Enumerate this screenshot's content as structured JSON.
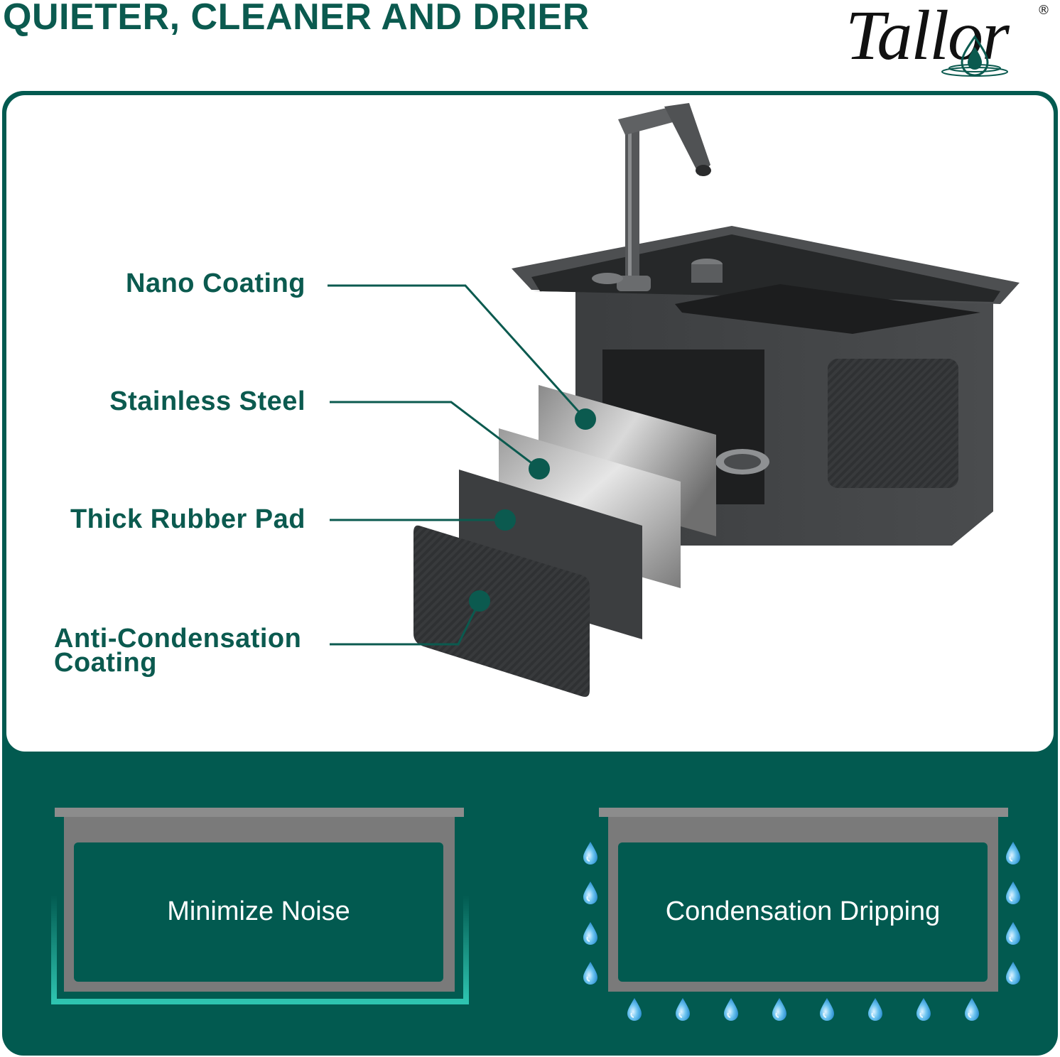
{
  "header": {
    "headline": "QUIETER, CLEANER AND DRIER",
    "brand": "Tallor",
    "brand_mark": "®"
  },
  "layers": [
    {
      "label": "Nano Coating"
    },
    {
      "label": "Stainless Steel"
    },
    {
      "label": "Thick Rubber Pad"
    },
    {
      "label": "Anti-Condensation",
      "label_line2": "Coating"
    }
  ],
  "benefits": {
    "left": {
      "label": "Minimize Noise"
    },
    "right": {
      "label": "Condensation Dripping"
    }
  },
  "colors": {
    "brand_green": "#025a50",
    "label_green": "#0b5a4f",
    "sink_gray": "#3d3f41",
    "rim_gray": "#8c8c8c",
    "glow_teal": "#2ec4b0",
    "water_blue": "#4fb3e8"
  },
  "icons": [
    "water-drop-icon",
    "sink-faucet-image"
  ]
}
